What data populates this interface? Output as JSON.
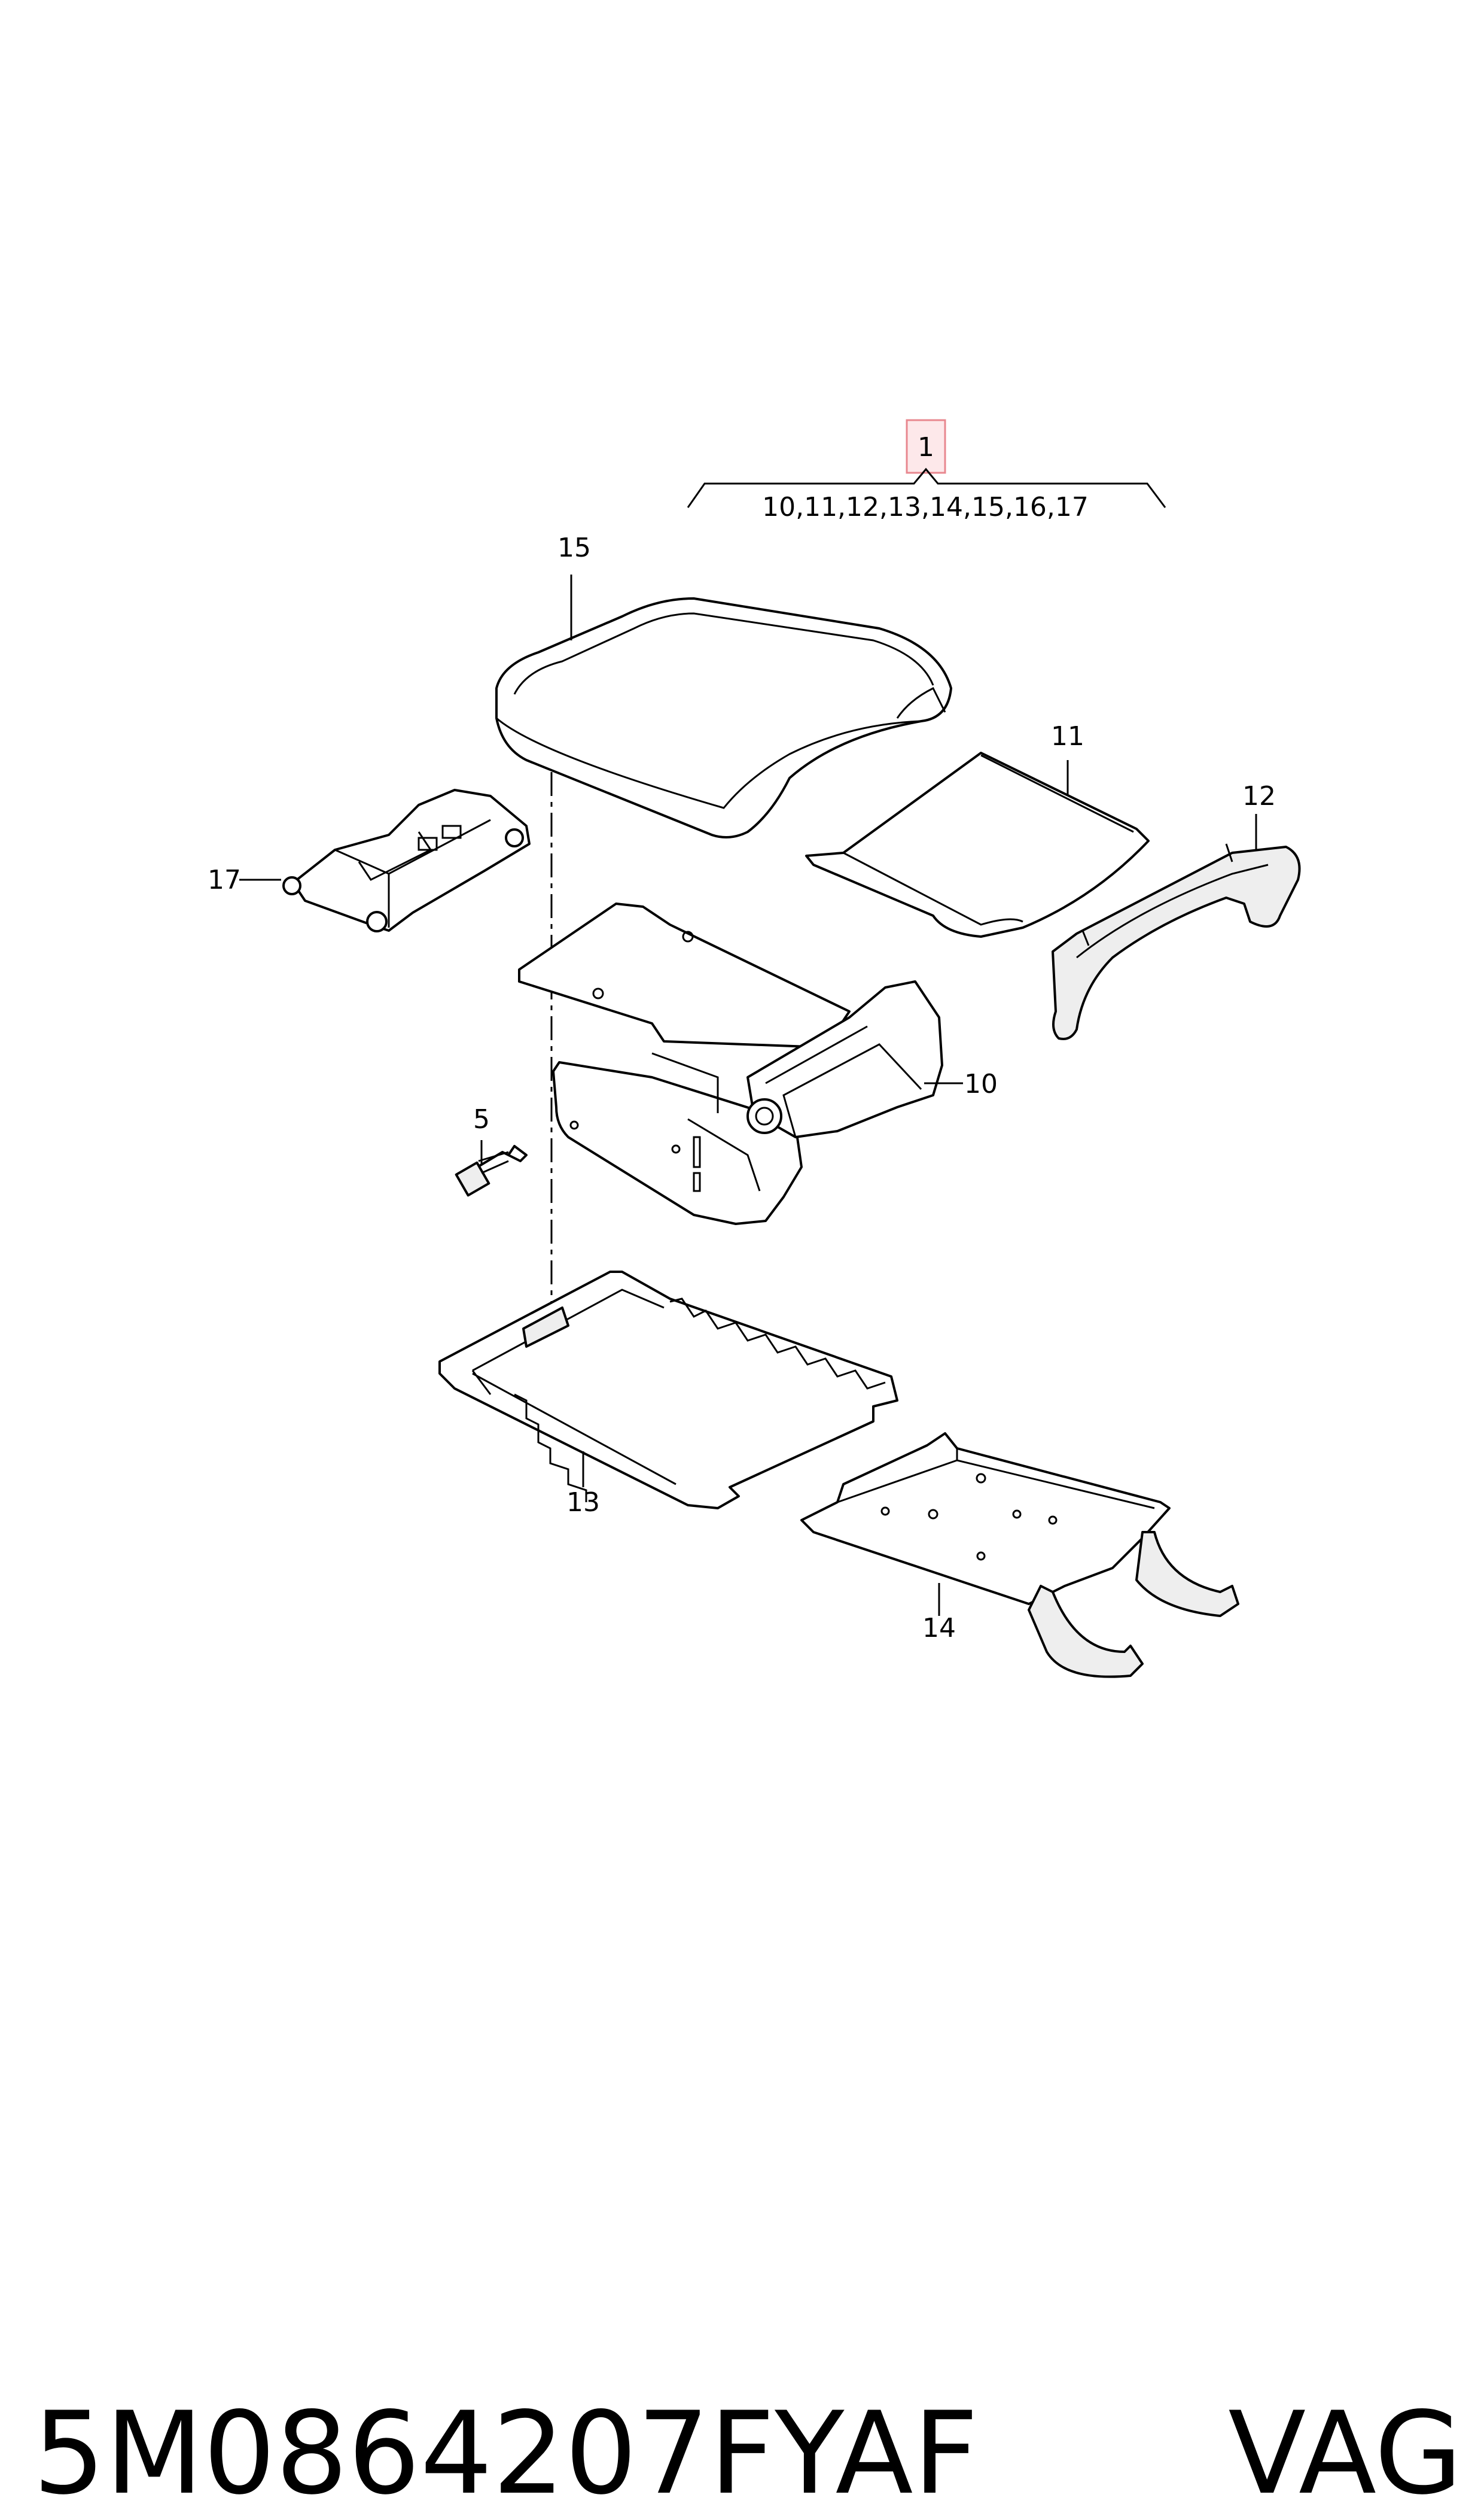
{
  "assembly": {
    "main_label": "1",
    "sub_parts": "10,11,12,13,14,15,16,17",
    "highlight_color": "#e8878f"
  },
  "callouts": {
    "c15": "15",
    "c11": "11",
    "c12": "12",
    "c17": "17",
    "c10": "10",
    "c5": "5",
    "c13": "13",
    "c14": "14"
  },
  "footer": {
    "part_number": "5M0864207FYAF",
    "brand": "VAG"
  }
}
